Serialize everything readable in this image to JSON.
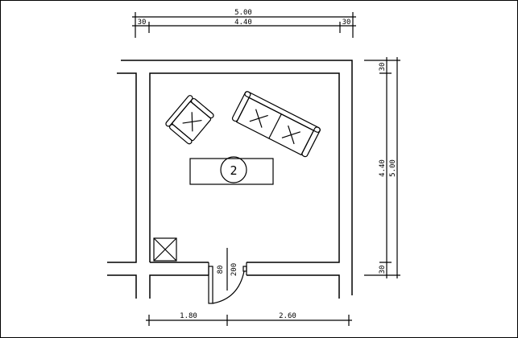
{
  "plan": {
    "room_number": "2",
    "dims_top": {
      "overall": "5.00",
      "left_wall": "30",
      "inner": "4.40",
      "right_wall": "30"
    },
    "dims_right": {
      "top_wall": "30",
      "inner": "4.40",
      "overall": "5.00",
      "bottom_wall": "30"
    },
    "dims_bottom": {
      "left": "1.80",
      "right": "2.60"
    },
    "door": {
      "width": "80",
      "height": "200"
    }
  }
}
